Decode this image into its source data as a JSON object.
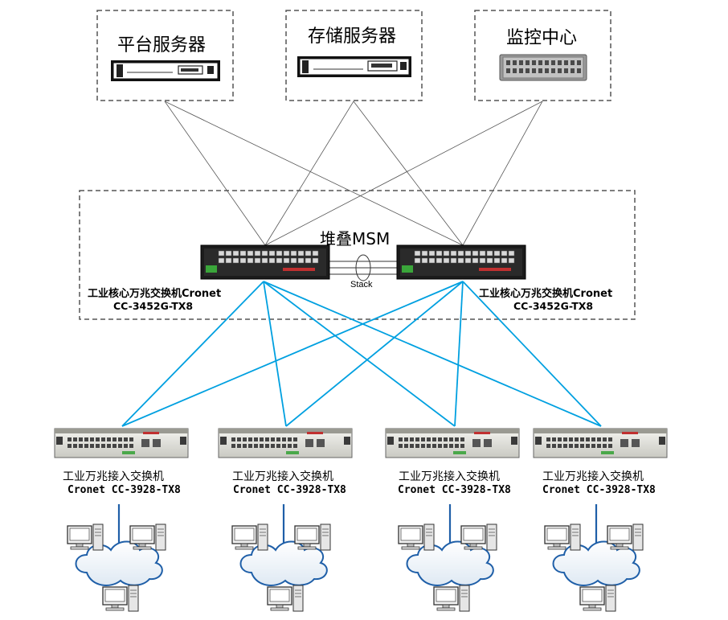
{
  "servers": [
    {
      "label": "平台服务器"
    },
    {
      "label": "存储服务器"
    },
    {
      "label": "监控中心"
    }
  ],
  "stack": {
    "title": "堆叠MSM",
    "link_label": "Stack",
    "core_left": {
      "name": "工业核心万兆交换机Cronet",
      "model": "CC-3452G-TX8"
    },
    "core_right": {
      "name": "工业核心万兆交换机Cronet",
      "model": "CC-3452G-TX8"
    }
  },
  "access": [
    {
      "name": "工业万兆接入交换机",
      "model": "Cronet CC-3928-TX8"
    },
    {
      "name": "工业万兆接入交换机",
      "model": "Cronet CC-3928-TX8"
    },
    {
      "name": "工业万兆接入交换机",
      "model": "Cronet CC-3928-TX8"
    },
    {
      "name": "工业万兆接入交换机",
      "model": "Cronet CC-3928-TX8"
    }
  ],
  "colors": {
    "uplink": "#00a0e0",
    "server_link": "#555555",
    "lan_link": "#1f5fa8",
    "box_border": "#555555"
  }
}
